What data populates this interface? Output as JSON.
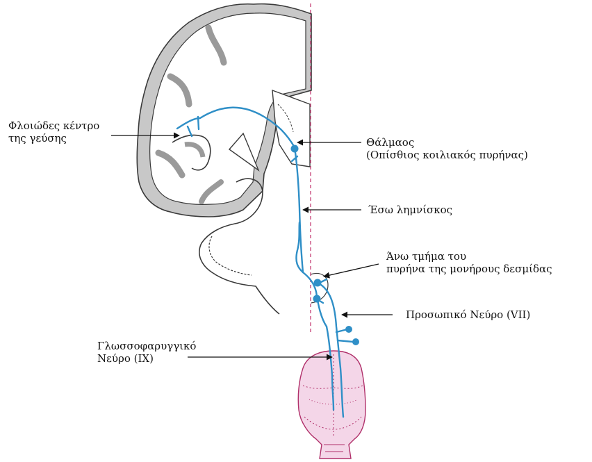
{
  "colors": {
    "pathway": "#2f8fc7",
    "cortex_fill": "#c8c8c8",
    "outline": "#3a3a3a",
    "midline": "#c0306a",
    "tongue_fill": "#f4d6e8",
    "tongue_stroke": "#b0306a"
  },
  "labels": {
    "gustatory_cortex": {
      "line1": "Φλοιώδες κέντρο",
      "line2": "της γεύσης"
    },
    "thalamus": {
      "line1": "Θάλμαος",
      "line2": "(Οπίσθιος κοιλιακός πυρήνας)"
    },
    "medial_lemniscus": {
      "line1": "Έσω λημνίσκος"
    },
    "solitary_nucleus": {
      "line1": "Άνω τμήμα του",
      "line2": "πυρήνα της μονήρους δεσμίδας"
    },
    "facial_nerve": {
      "line1": "Προσωπικό Νεύρο (VII)"
    },
    "glossopharyngeal_nerve": {
      "line1": "Γλωσσοφαρυγγικό",
      "line2": "Νεύρο (IX)"
    }
  }
}
